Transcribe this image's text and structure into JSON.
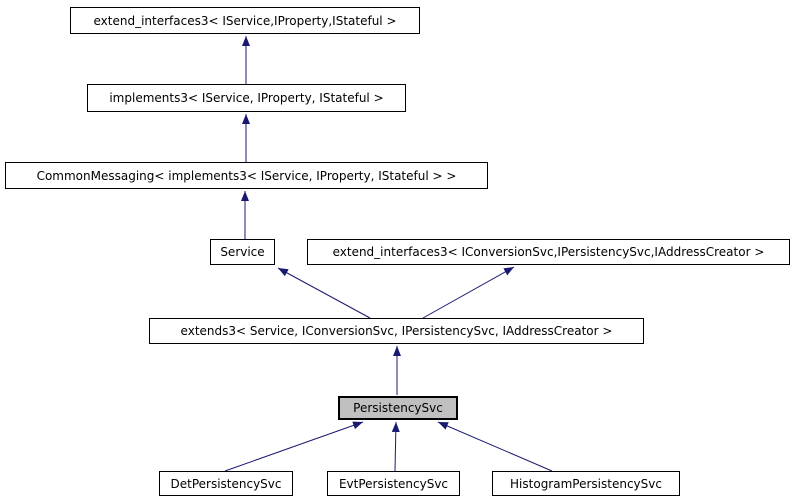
{
  "diagram": {
    "type": "class-inheritance-graph",
    "edge_color": "#191970",
    "node_border_color": "#000000",
    "node_fill_color": "#ffffff",
    "highlight_fill_color": "#c0c0c0",
    "nodes": [
      {
        "id": "extend-interfaces3-iservice",
        "label": "extend_interfaces3< IService,IProperty,IStateful >",
        "highlighted": false
      },
      {
        "id": "implements3",
        "label": "implements3< IService, IProperty, IStateful >",
        "highlighted": false
      },
      {
        "id": "common-messaging",
        "label": "CommonMessaging< implements3< IService, IProperty, IStateful > >",
        "highlighted": false
      },
      {
        "id": "service",
        "label": "Service",
        "highlighted": false
      },
      {
        "id": "extend-interfaces3-iconversionsvc",
        "label": "extend_interfaces3< IConversionSvc,IPersistencySvc,IAddressCreator >",
        "highlighted": false
      },
      {
        "id": "extends3",
        "label": "extends3< Service, IConversionSvc, IPersistencySvc, IAddressCreator >",
        "highlighted": false
      },
      {
        "id": "persistency-svc",
        "label": "PersistencySvc",
        "highlighted": true
      },
      {
        "id": "det-persistency-svc",
        "label": "DetPersistencySvc",
        "highlighted": false
      },
      {
        "id": "evt-persistency-svc",
        "label": "EvtPersistencySvc",
        "highlighted": false
      },
      {
        "id": "histogram-persistency-svc",
        "label": "HistogramPersistencySvc",
        "highlighted": false
      }
    ],
    "edges": [
      {
        "from": "implements3",
        "to": "extend-interfaces3-iservice"
      },
      {
        "from": "common-messaging",
        "to": "implements3"
      },
      {
        "from": "service",
        "to": "common-messaging"
      },
      {
        "from": "extends3",
        "to": "service"
      },
      {
        "from": "extends3",
        "to": "extend-interfaces3-iconversionsvc"
      },
      {
        "from": "persistency-svc",
        "to": "extends3"
      },
      {
        "from": "det-persistency-svc",
        "to": "persistency-svc"
      },
      {
        "from": "evt-persistency-svc",
        "to": "persistency-svc"
      },
      {
        "from": "histogram-persistency-svc",
        "to": "persistency-svc"
      }
    ]
  }
}
